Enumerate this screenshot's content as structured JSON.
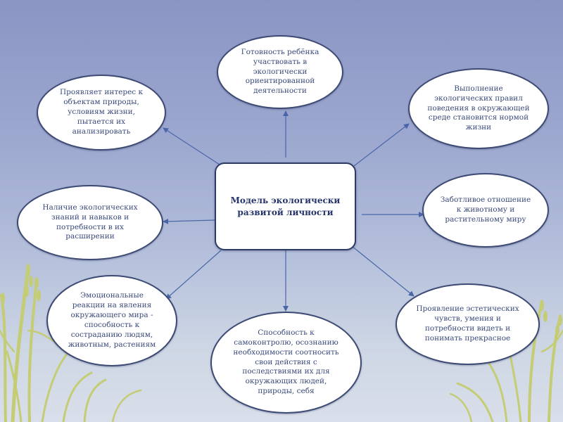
{
  "center": "Модель экологически развитой личности",
  "nodes": {
    "top": "Готовность ребёнка участвовать в экологически ориентированной деятельности",
    "top_left": "Проявляет интерес к объектам природы, условиям жизни, пытается их анализировать",
    "top_right": "Выполнение экологических правил поведения в окружающей среде становится нормой жизни",
    "left": "Наличие экологических знаний и навыков и потребности в их расширении",
    "right": "Заботливое отношение к животному и растительному миру",
    "bottom_left": "Эмоциональные реакции на явления окружающего мира - способность к состраданию людям, животным, растениям",
    "bottom": "Способность к самоконтролю, осознанию необходимости соотносить свои действия с последствиями их для окружающих людей, природы, себя",
    "bottom_right": "Проявление эстетических чувств, умения и потребности видеть и понимать прекрасное"
  },
  "colors": {
    "arrow": "#4a66a8",
    "border": "#3c4a74",
    "text": "#3a4a7a",
    "grass": "#c9d27a"
  }
}
